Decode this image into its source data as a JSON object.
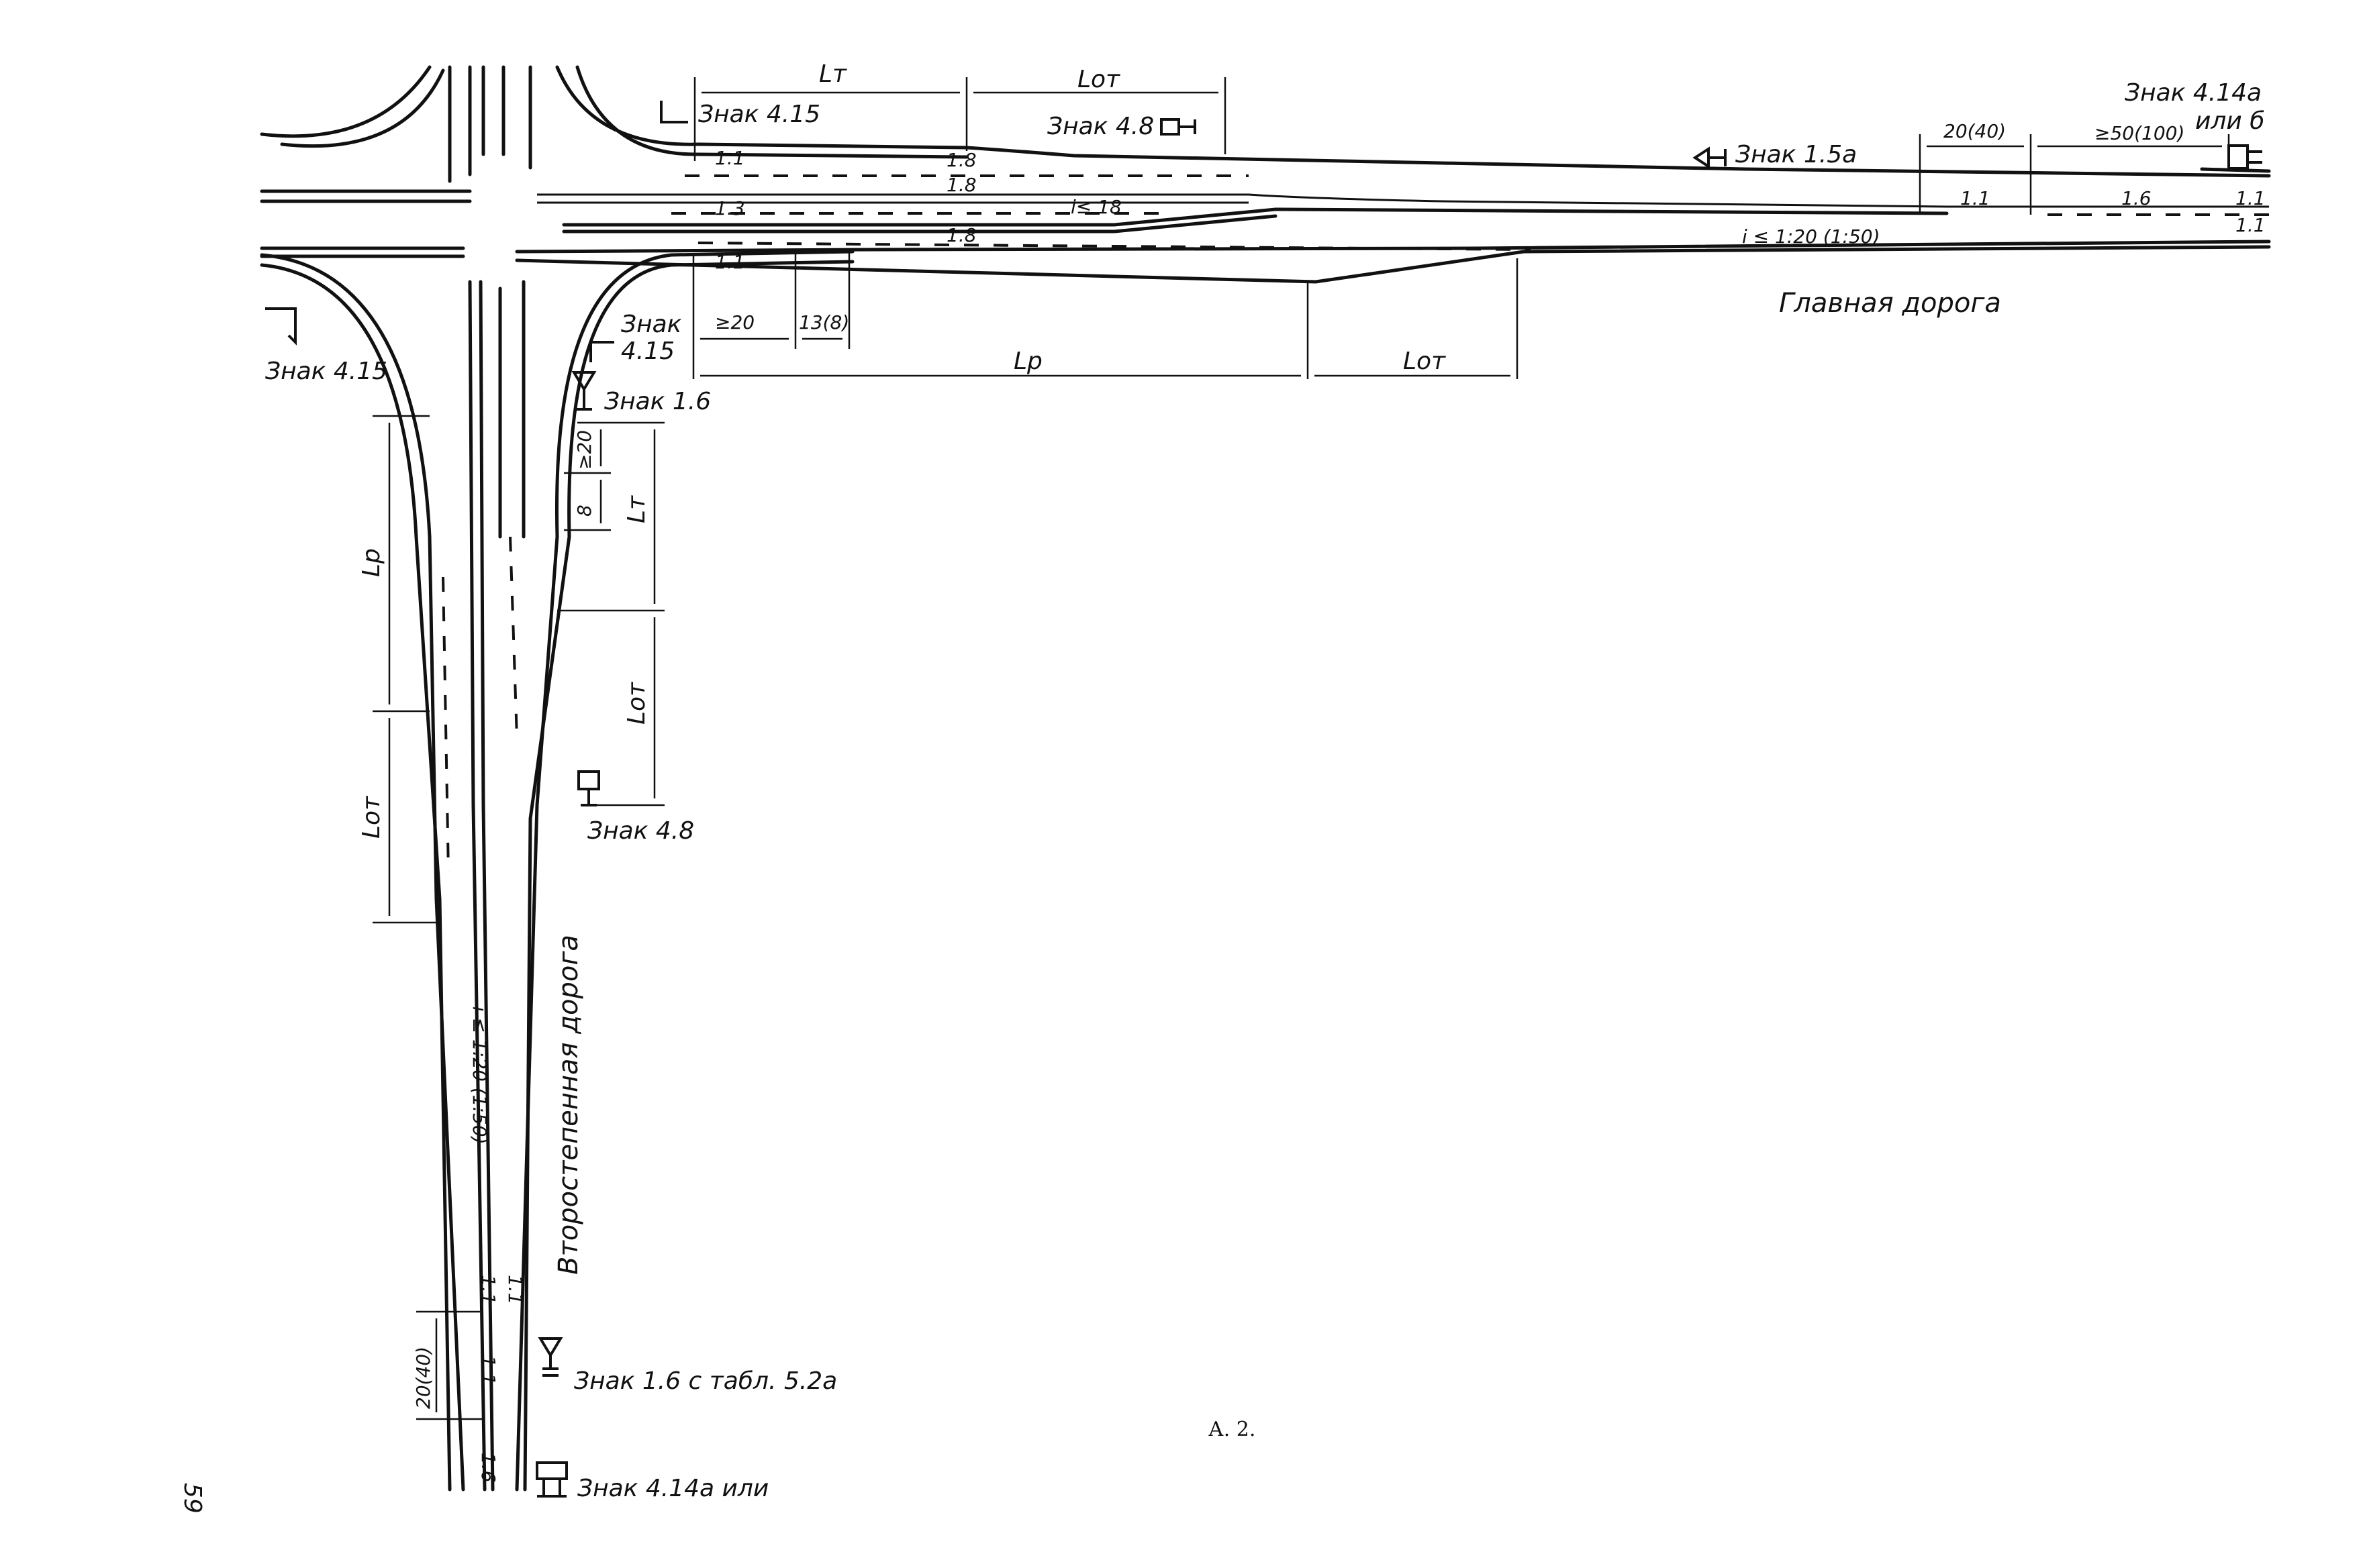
{
  "roads": {
    "main": "Главная дорога",
    "secondary": "Второстепенная дорога"
  },
  "signs": {
    "s415_top": "Знак 4.15",
    "s48_top": "Знак 4.8",
    "s15a": "Знак 1.5а",
    "s414_line1": "Знак 4.14а",
    "s414_line2": "или б",
    "s415_left": "Знак 4.15",
    "s415_mid_line1": "Знак",
    "s415_mid_line2": "4.15",
    "s16_mid": "Знак 1.6",
    "s48_bottom": "Знак 4.8",
    "s16_tab": "Знак 1.6 с табл. 5.2а",
    "s414_bottom": "Знак 4.14а или"
  },
  "dimensions": {
    "lt": "Lт",
    "lot": "Lот",
    "lr": "Lр",
    "d20_40": "20(40)",
    "ge50_100": "≥50(100)",
    "ge20": "≥20",
    "d13_8": "13(8)",
    "d8": "8",
    "slope_main": "i ≤ 1:20 (1:50)",
    "slope_sec": "i ≤ 1:20 (1:50)",
    "slope_small": "i≤ 18"
  },
  "markings": {
    "m11": "1.1",
    "m13": "1.3",
    "m16": "1.6",
    "m18": "1.8"
  },
  "figure_label": "А. 2.",
  "page_number": "59"
}
